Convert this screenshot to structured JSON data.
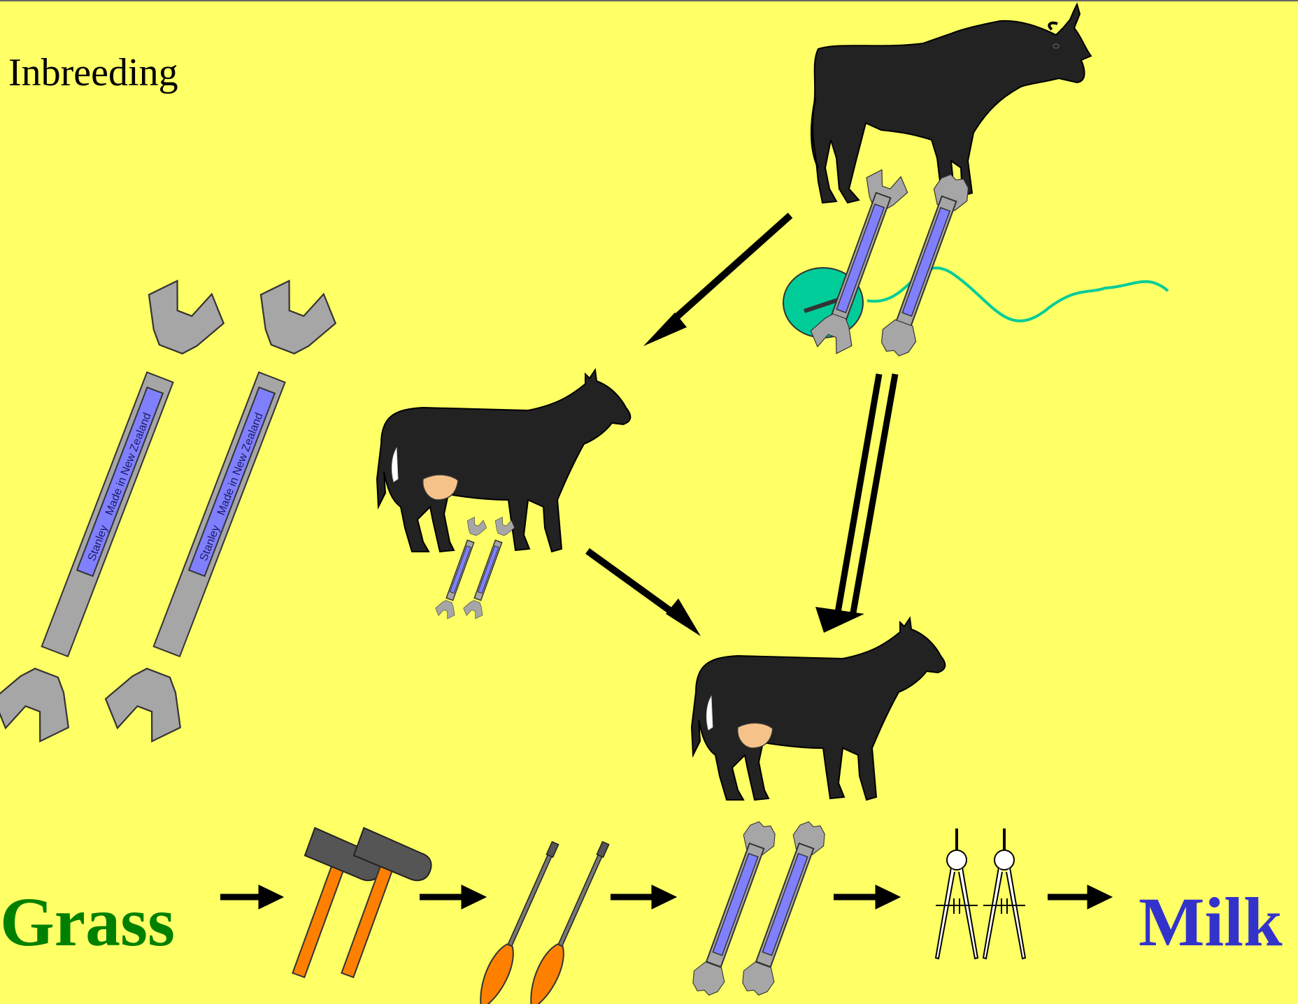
{
  "title": "Inbreeding",
  "wrench_label": {
    "brand": "Stanley",
    "origin": "Made in New Zealand"
  },
  "pathway": {
    "start": "Grass",
    "end": "Milk",
    "start_color": "#008000",
    "end_color": "#3333cc"
  },
  "colors": {
    "background": "#ffff66",
    "animal": "#222222",
    "wrench": "#a6a6a6",
    "wrench_label": "#8080ff",
    "hammer_handle": "#ff8000",
    "udder": "#f5c28a",
    "chromosome_circle": "#00cc99"
  }
}
